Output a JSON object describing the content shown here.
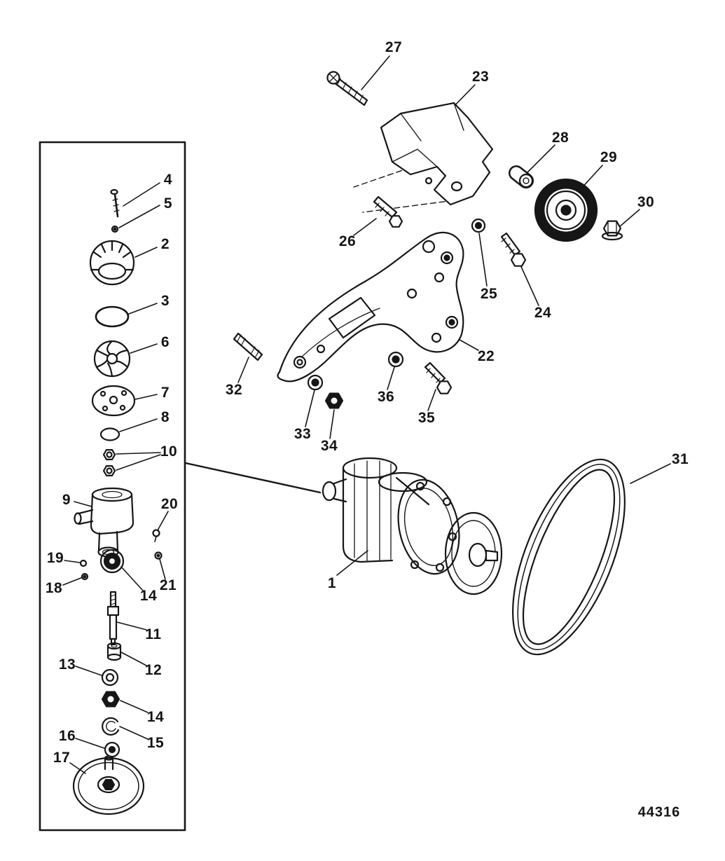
{
  "figure": {
    "number": "44316"
  },
  "colors": {
    "line": "#161616",
    "background": "#ffffff"
  },
  "callouts": [
    {
      "id": "callout-27",
      "label": "27"
    },
    {
      "id": "callout-23",
      "label": "23"
    },
    {
      "id": "callout-28",
      "label": "28"
    },
    {
      "id": "callout-29",
      "label": "29"
    },
    {
      "id": "callout-30",
      "label": "30"
    },
    {
      "id": "callout-26",
      "label": "26"
    },
    {
      "id": "callout-25",
      "label": "25"
    },
    {
      "id": "callout-24",
      "label": "24"
    },
    {
      "id": "callout-22",
      "label": "22"
    },
    {
      "id": "callout-32",
      "label": "32"
    },
    {
      "id": "callout-36",
      "label": "36"
    },
    {
      "id": "callout-35",
      "label": "35"
    },
    {
      "id": "callout-33",
      "label": "33"
    },
    {
      "id": "callout-34",
      "label": "34"
    },
    {
      "id": "callout-31",
      "label": "31"
    },
    {
      "id": "callout-1",
      "label": "1"
    },
    {
      "id": "callout-4",
      "label": "4"
    },
    {
      "id": "callout-5",
      "label": "5"
    },
    {
      "id": "callout-2",
      "label": "2"
    },
    {
      "id": "callout-3",
      "label": "3"
    },
    {
      "id": "callout-6",
      "label": "6"
    },
    {
      "id": "callout-7",
      "label": "7"
    },
    {
      "id": "callout-8",
      "label": "8"
    },
    {
      "id": "callout-10",
      "label": "10"
    },
    {
      "id": "callout-9",
      "label": "9"
    },
    {
      "id": "callout-20",
      "label": "20"
    },
    {
      "id": "callout-19",
      "label": "19"
    },
    {
      "id": "callout-18",
      "label": "18"
    },
    {
      "id": "callout-14-upper",
      "label": "14"
    },
    {
      "id": "callout-21",
      "label": "21"
    },
    {
      "id": "callout-11",
      "label": "11"
    },
    {
      "id": "callout-12",
      "label": "12"
    },
    {
      "id": "callout-13",
      "label": "13"
    },
    {
      "id": "callout-14-lower",
      "label": "14"
    },
    {
      "id": "callout-15",
      "label": "15"
    },
    {
      "id": "callout-16",
      "label": "16"
    },
    {
      "id": "callout-17",
      "label": "17"
    }
  ]
}
